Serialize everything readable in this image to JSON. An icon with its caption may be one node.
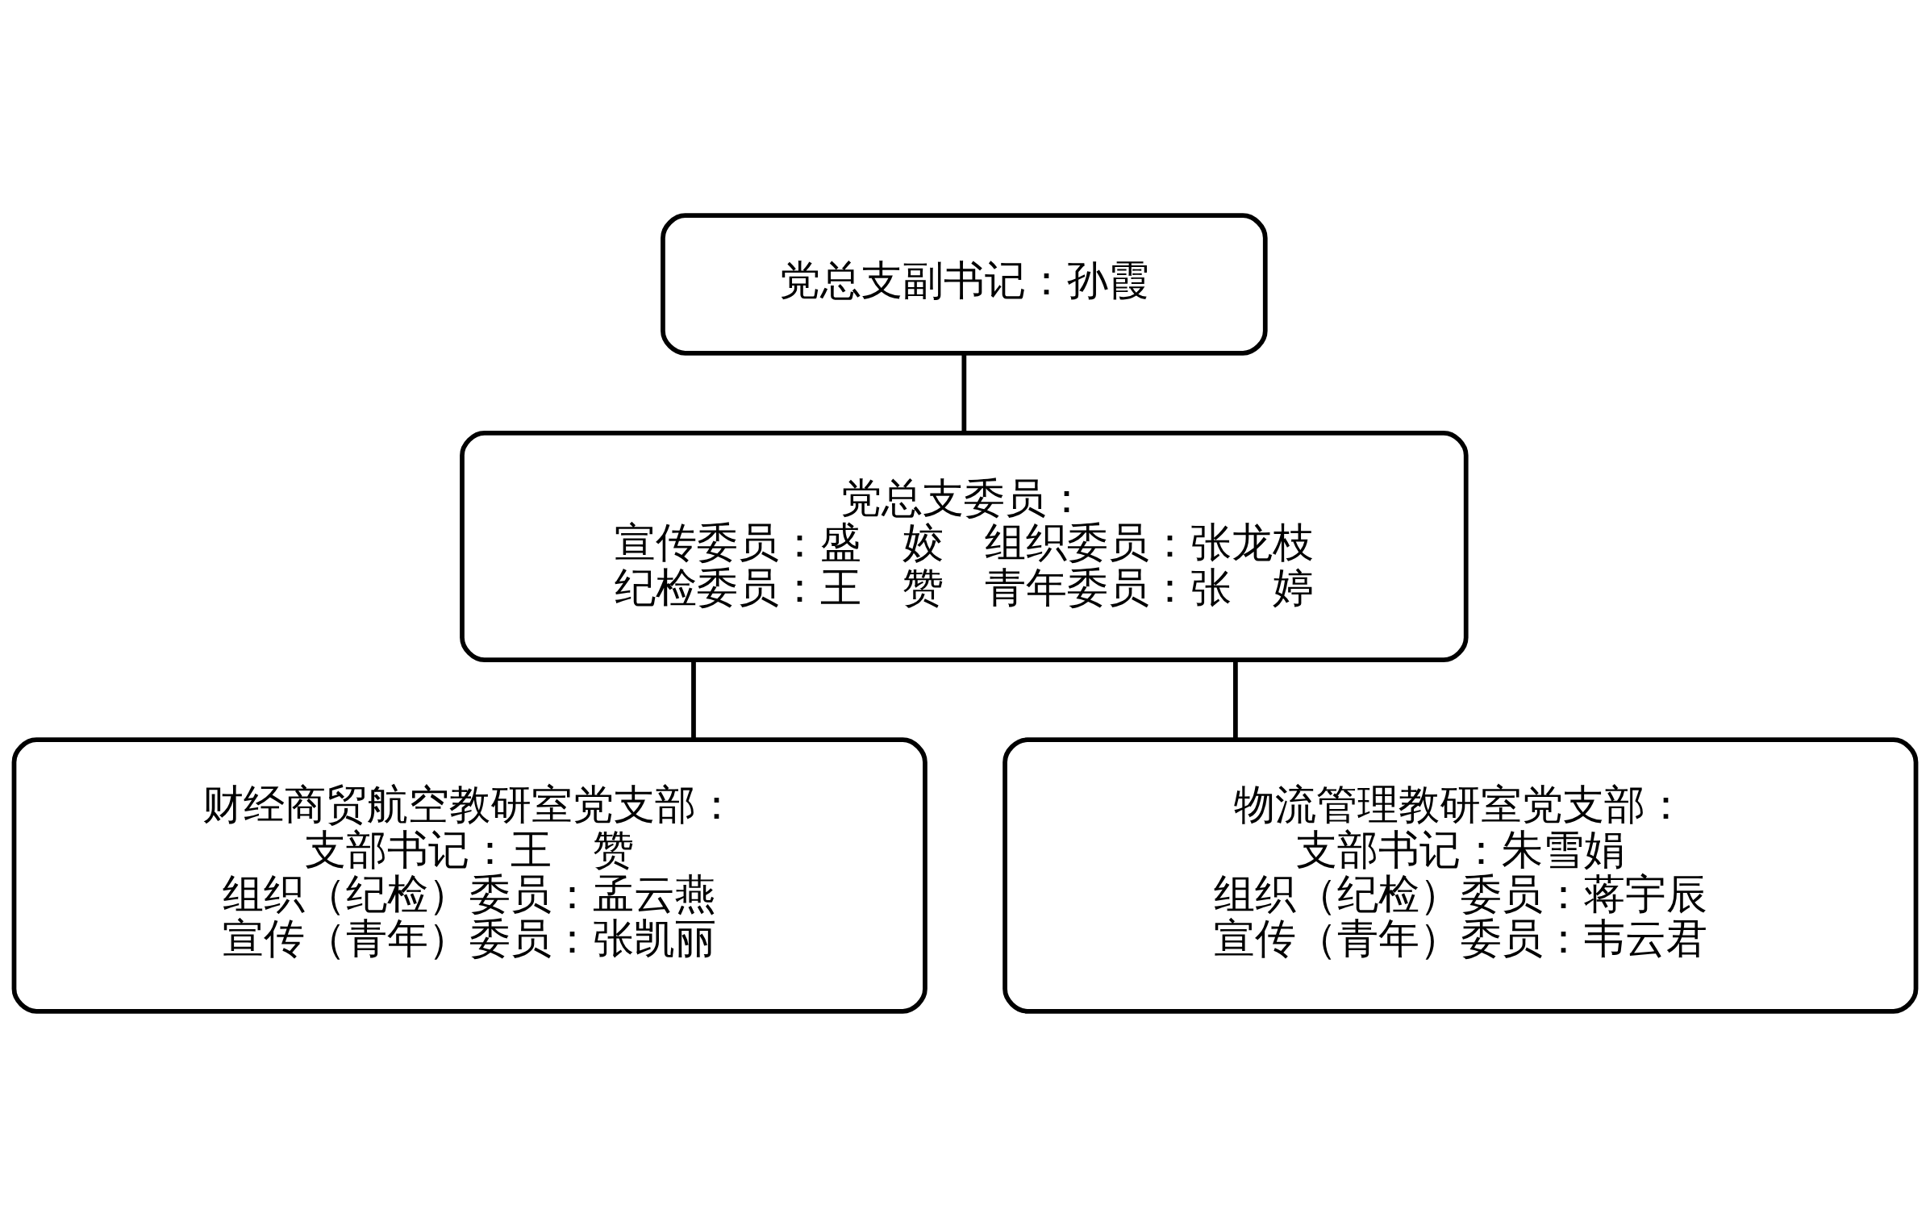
{
  "diagram": {
    "nodes": [
      {
        "text": [
          "党总支副书记：孙霞"
        ]
      },
      {
        "text": [
          "党总支委员：",
          "宣传委员：盛　姣　组织委员：张龙枝",
          "纪检委员：王　赞　青年委员：张　婷"
        ]
      },
      {
        "text": [
          "财经商贸航空教研室党支部：",
          "支部书记：王　赞",
          "组织（纪检）委员：孟云燕",
          "宣传（青年）委员：张凯丽"
        ]
      },
      {
        "text": [
          "物流管理教研室党支部：",
          "支部书记：朱雪娟",
          "组织（纪检）委员：蒋宇辰",
          "宣传（青年）委员：韦云君"
        ]
      }
    ],
    "edges": [
      {
        "from": 0,
        "to": 1,
        "arrow": "none"
      },
      {
        "from": 1,
        "to": 2,
        "arrow": "none"
      },
      {
        "from": 1,
        "to": 3,
        "arrow": "none"
      }
    ]
  }
}
